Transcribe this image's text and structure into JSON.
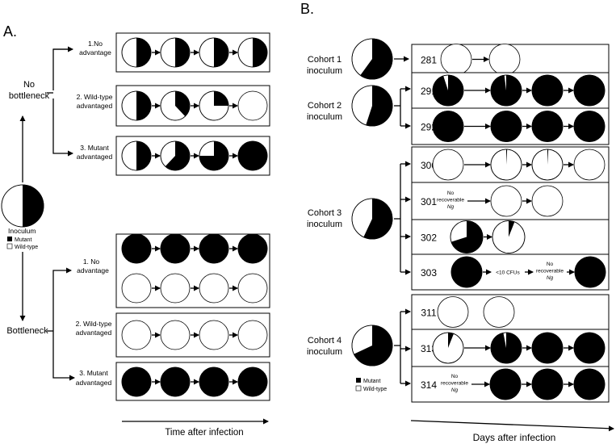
{
  "panel_a": {
    "label": "A.",
    "inoculum": {
      "label": "Inoculum",
      "mutant": 0.5
    },
    "legend": {
      "mutant": "Mutant",
      "wildtype": "Wild-type"
    },
    "no_bottleneck": {
      "label_line1": "No",
      "label_line2": "bottleneck",
      "scenarios": [
        {
          "label_line1": "1.No",
          "label_line2": "advantage",
          "pies": [
            0.5,
            0.5,
            0.5,
            0.5
          ]
        },
        {
          "label_line1": "2. Wild-type",
          "label_line2": "advantaged",
          "pies": [
            0.5,
            0.38,
            0.25,
            0
          ]
        },
        {
          "label_line1": "3. Mutant",
          "label_line2": "advantaged",
          "pies": [
            0.5,
            0.62,
            0.75,
            1
          ]
        }
      ]
    },
    "bottleneck": {
      "label": "Bottleneck",
      "scenarios": [
        {
          "label_line1": "1. No",
          "label_line2": "advantage",
          "rows": [
            [
              1,
              1,
              1,
              1
            ],
            [
              0,
              0,
              0,
              0
            ]
          ]
        },
        {
          "label_line1": "2. Wild-type",
          "label_line2": "advantaged",
          "rows": [
            [
              0,
              0,
              0,
              0
            ]
          ]
        },
        {
          "label_line1": "3. Mutant",
          "label_line2": "advantaged",
          "rows": [
            [
              1,
              1,
              1,
              1
            ]
          ]
        }
      ]
    },
    "axis_label": "Time after infection"
  },
  "panel_b": {
    "label": "B.",
    "axis_label": "Days after infection",
    "legend": {
      "mutant": "Mutant",
      "wildtype": "Wild-type"
    },
    "cohorts": [
      {
        "label_line1": "Cohort 1",
        "label_line2": "inoculum",
        "inoculum": 0.6,
        "subjects": [
          {
            "id": "281",
            "items": [
              {
                "pie": 0
              },
              {
                "pie": 0
              }
            ]
          }
        ]
      },
      {
        "label_line1": "Cohort 2",
        "label_line2": "inoculum",
        "inoculum": 0.55,
        "subjects": [
          {
            "id": "291",
            "items": [
              {
                "pie": 0.95
              },
              {
                "pie": 0.98
              },
              {
                "pie": 1
              },
              {
                "pie": 1
              }
            ]
          },
          {
            "id": "292",
            "items": [
              {
                "pie": 1
              },
              {
                "pie": 1
              },
              {
                "pie": 1
              },
              {
                "pie": 1
              }
            ]
          }
        ]
      },
      {
        "label_line1": "Cohort 3",
        "label_line2": "inoculum",
        "inoculum": 0.57,
        "subjects": [
          {
            "id": "300",
            "items": [
              {
                "pie": 0
              },
              {
                "pie": 0.01
              },
              {
                "pie": 0.01
              },
              {
                "pie": 0
              }
            ]
          },
          {
            "id": "301",
            "items": [
              {
                "text1": "No",
                "text2": "recoverable",
                "text3": "Ng"
              },
              {
                "pie": 0
              },
              {
                "pie": 0
              }
            ]
          },
          {
            "id": "302",
            "items": [
              {
                "pie": 0.7
              },
              {
                "pie": 0.06
              }
            ]
          },
          {
            "id": "303",
            "items": [
              {
                "pie": 1
              },
              {
                "text1": "<10 CFUs"
              },
              {
                "text1": "No",
                "text2": "recoverable",
                "text3": "Ng"
              },
              {
                "pie": 1
              }
            ]
          }
        ]
      },
      {
        "label_line1": "Cohort 4",
        "label_line2": "inoculum",
        "inoculum": 0.68,
        "subjects": [
          {
            "id": "311",
            "items": [
              {
                "pie": 0
              },
              {
                "pie": 0
              }
            ]
          },
          {
            "id": "313",
            "items": [
              {
                "pie": 0.06
              },
              {
                "pie": 0.97
              },
              {
                "pie": 1
              },
              {
                "pie": 1
              }
            ]
          },
          {
            "id": "314",
            "items": [
              {
                "text1": "No",
                "text2": "recoverable",
                "text3": "Ng"
              },
              {
                "pie": 1
              },
              {
                "pie": 1
              },
              {
                "pie": 1
              }
            ]
          }
        ]
      }
    ]
  }
}
